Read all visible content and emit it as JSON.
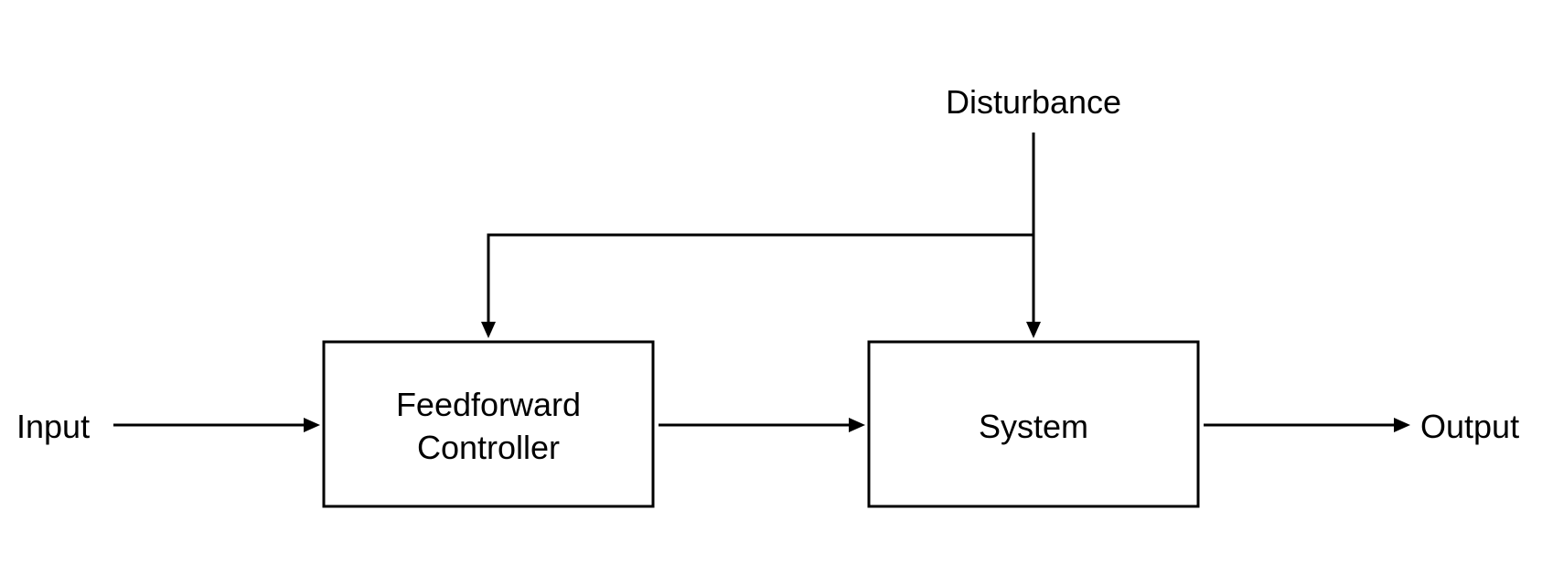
{
  "diagram": {
    "labels": {
      "input": "Input",
      "output": "Output",
      "disturbance": "Disturbance"
    },
    "blocks": {
      "controller_line1": "Feedforward",
      "controller_line2": "Controller",
      "system": "System"
    },
    "colors": {
      "stroke": "#000000",
      "background": "#ffffff"
    }
  }
}
